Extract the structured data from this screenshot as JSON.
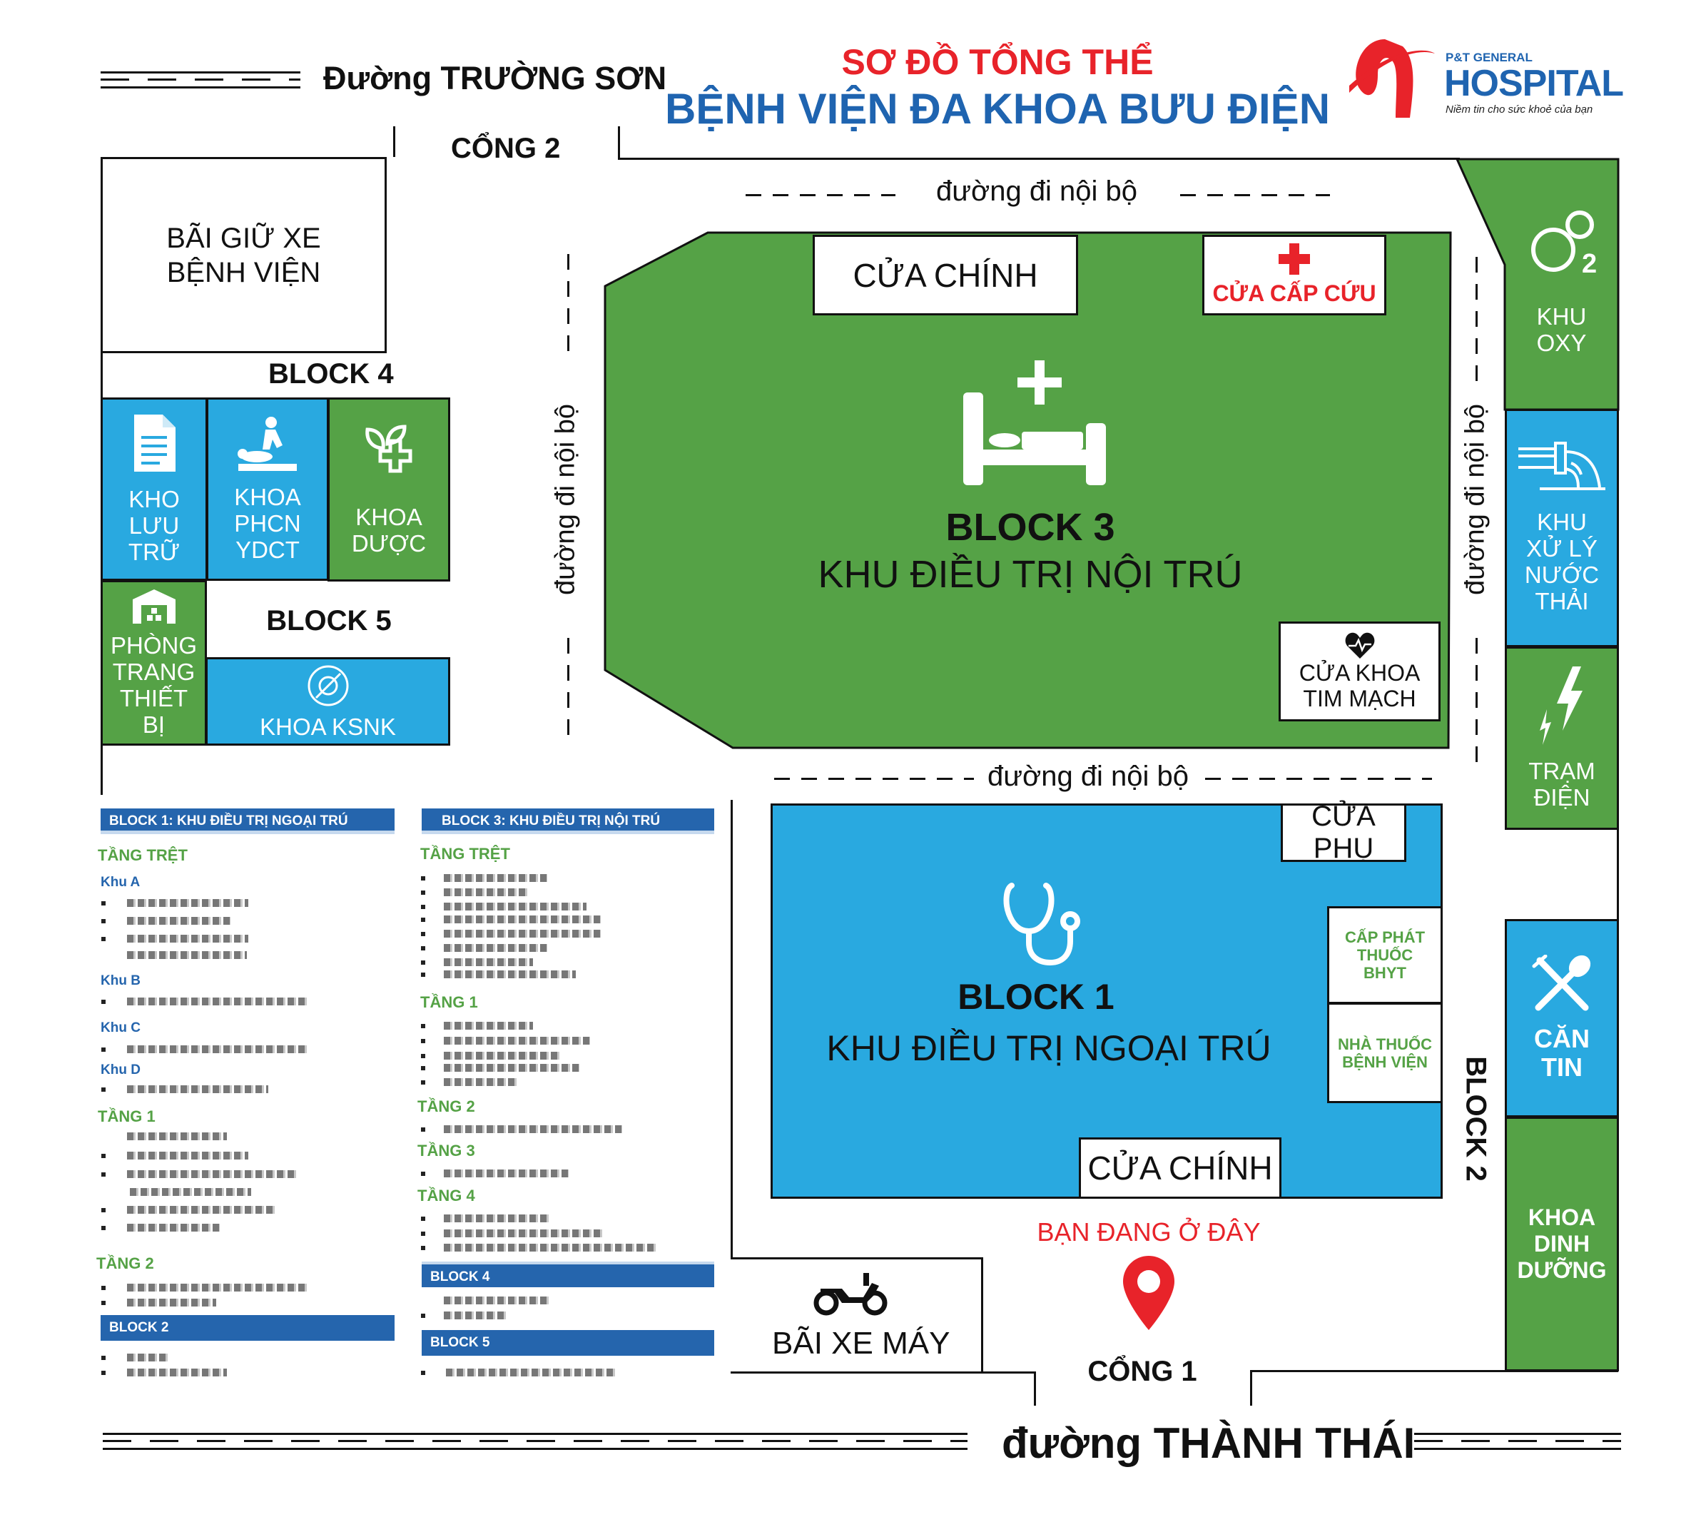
{
  "title": {
    "line1": "SƠ ĐỒ TỔNG THỂ",
    "line2": "BỆNH VIỆN ĐA KHOA BƯU ĐIỆN"
  },
  "logo": {
    "small": "P&T GENERAL",
    "big": "HOSPITAL",
    "slogan": "Niềm tin cho sức khoẻ của bạn"
  },
  "colors": {
    "green": "#55a246",
    "blue": "#29a9e0",
    "title_blue": "#1f64b0",
    "red": "#e8232a",
    "legend_blue": "#2565ad"
  },
  "roads": {
    "top": "Đường TRƯỜNG SƠN",
    "bottom": "đường THÀNH THÁI",
    "internal": "đường đi nội bộ"
  },
  "gates": {
    "gate2": "CỔNG 2",
    "gate1": "CỔNG 1"
  },
  "parking": {
    "hospital": "BÃI GIỮ XE\nBỆNH VIỆN",
    "motorbike": "BÃI XE MÁY"
  },
  "block4": {
    "label": "BLOCK 4",
    "rooms": [
      "KHO\nLƯU\nTRỮ",
      "KHOA\nPHCN\nYDCT",
      "KHOA\nDƯỢC"
    ]
  },
  "block5": {
    "label": "BLOCK 5",
    "rooms": [
      "PHÒNG\nTRANG\nTHIẾT\nBỊ",
      "KHOA KSNK"
    ]
  },
  "block3": {
    "label": "BLOCK 3",
    "subtitle": "KHU ĐIỀU TRỊ NỘI TRÚ",
    "main_door": "CỬA CHÍNH",
    "emergency_door": "CỬA CẤP CỨU",
    "cardio_door": "CỬA KHOA\nTIM MẠCH"
  },
  "block1": {
    "label": "BLOCK 1",
    "subtitle": "KHU ĐIỀU TRỊ NGOẠI TRÚ",
    "side_door": "CỬA PHỤ",
    "main_door": "CỬA CHÍNH",
    "bhyt": "CẤP PHÁT\nTHUỐC\nBHYT",
    "pharmacy": "NHÀ THUỐC\nBỆNH VIỆN"
  },
  "block2": {
    "label": "BLOCK 2",
    "rooms": [
      "KHU\nOXY",
      "KHU\nXỬ LÝ\nNƯỚC\nTHẢI",
      "TRẠM\nĐIỆN",
      "CĂN\nTIN",
      "KHOA\nDINH\nDƯỠNG"
    ]
  },
  "you_are_here": "BẠN ĐANG Ở ĐÂY",
  "legend": {
    "left": {
      "header": "BLOCK 1: KHU ĐIỀU TRỊ NGOẠI TRÚ",
      "floor0": "TẦNG TRỆT",
      "khu_a": "Khu A",
      "khu_b": "Khu B",
      "khu_c": "Khu C",
      "khu_d": "Khu D",
      "floor1": "TẦNG 1",
      "floor2": "TẦNG 2",
      "block2": "BLOCK 2"
    },
    "right": {
      "header": "BLOCK 3: KHU ĐIỀU TRỊ NỘI TRÚ",
      "floor0": "TẦNG TRỆT",
      "floor1": "TẦNG 1",
      "floor2": "TẦNG 2",
      "floor3": "TẦNG 3",
      "floor4": "TẦNG 4",
      "block4": "BLOCK 4",
      "block5": "BLOCK 5"
    }
  }
}
